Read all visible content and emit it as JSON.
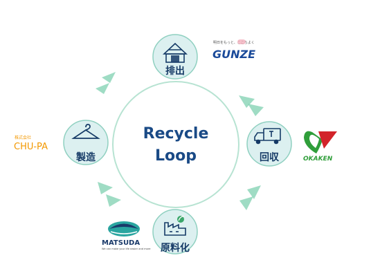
{
  "center": {
    "line1": "Recycle",
    "line2": "Loop"
  },
  "nodes": {
    "top": {
      "label": "排出",
      "icon": "factory-icon"
    },
    "right": {
      "label": "回収",
      "icon": "truck-icon"
    },
    "bottom": {
      "label": "原料化",
      "icon": "recycle-plant-icon"
    },
    "left": {
      "label": "製造",
      "icon": "hanger-icon"
    }
  },
  "logos": {
    "gunze": {
      "tagline": "明日をもっと、ここちよく",
      "name": "GUNZE"
    },
    "okaken": {
      "name": "OKAKEN"
    },
    "matsuda": {
      "name": "MATSUDA",
      "tagline": "We can make your life easier and more"
    },
    "chupa": {
      "prefix": "株式会社",
      "name": "CHU-PA"
    }
  },
  "colors": {
    "ring": "#b7e3d2",
    "node_fill": "#dcf0f0",
    "node_stroke": "#8fd0c0",
    "arrow": "#7fd0b0",
    "text_dark": "#153a66",
    "gunze_red": "#d21f2a",
    "gunze_blue": "#1a4a9a",
    "okaken_green": "#2f9e3a",
    "okaken_red": "#d2232a",
    "matsuda_navy": "#1a3a6a",
    "chupa_orange": "#f39800"
  }
}
